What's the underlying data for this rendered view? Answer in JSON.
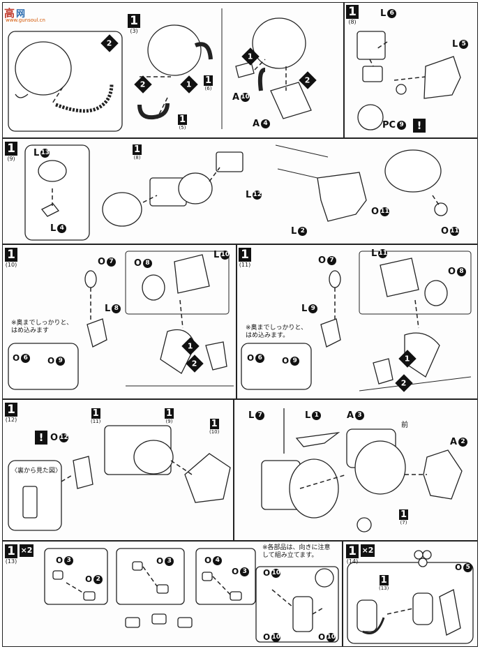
{
  "watermark": {
    "text_main": "高",
    "text_sub": "网",
    "site": "www.gunsoul.cn"
  },
  "steps": [
    {
      "id": "s3",
      "no": "1",
      "sub": "(3)"
    },
    {
      "id": "s8",
      "no": "1",
      "sub": "(8)"
    },
    {
      "id": "s9",
      "no": "1",
      "sub": "(9)"
    },
    {
      "id": "s10",
      "no": "1",
      "sub": "(10)"
    },
    {
      "id": "s11",
      "no": "1",
      "sub": "(11)"
    },
    {
      "id": "s12",
      "no": "1",
      "sub": "(12)"
    },
    {
      "id": "s13",
      "no": "1",
      "sub": "(13)"
    },
    {
      "id": "s14",
      "no": "1",
      "sub": "(14)"
    }
  ],
  "refs": {
    "r6": "(6)",
    "r5": "(5)",
    "r8": "(8)",
    "r11": "(11)",
    "r9": "(9)",
    "r10": "(10)",
    "r7": "(7)",
    "r13": "(13)"
  },
  "parts": {
    "p_A10": "A",
    "p_A10n": "10",
    "p_A4": "A",
    "p_A4n": "4",
    "p_L6": "L",
    "p_L6n": "6",
    "p_L5": "L",
    "p_L5n": "5",
    "p_PC9": "PC",
    "p_PC9n": "9",
    "p_L13": "L",
    "p_L13n": "13",
    "p_L4": "L",
    "p_L4n": "4",
    "p_L12": "L",
    "p_L12n": "12",
    "p_L2": "L",
    "p_L2n": "2",
    "p_O11a": "O",
    "p_O11an": "11",
    "p_O11b": "O",
    "p_O11bn": "11",
    "p_O7a": "O",
    "p_O7an": "7",
    "p_O8a": "O",
    "p_O8an": "8",
    "p_L10": "L",
    "p_L10n": "10",
    "p_L8": "L",
    "p_L8n": "8",
    "p_O6a": "O",
    "p_O6an": "6",
    "p_O9a": "O",
    "p_O9an": "9",
    "p_O7b": "O",
    "p_O7bn": "7",
    "p_L11": "L",
    "p_L11n": "11",
    "p_O8b": "O",
    "p_O8bn": "8",
    "p_L9": "L",
    "p_L9n": "9",
    "p_O6b": "O",
    "p_O6bn": "6",
    "p_O9b": "O",
    "p_O9bn": "9",
    "p_O12": "O",
    "p_O12n": "12",
    "p_L7": "L",
    "p_L7n": "7",
    "p_L1": "L",
    "p_L1n": "1",
    "p_A3": "A",
    "p_A3n": "3",
    "p_A2": "A",
    "p_A2n": "2",
    "p_O3a": "O",
    "p_O3an": "3",
    "p_O2": "O",
    "p_O2n": "2",
    "p_O3b": "O",
    "p_O3bn": "3",
    "p_O4": "O",
    "p_O4n": "4",
    "p_O3c": "O",
    "p_O3cn": "3",
    "p_O10a": "O",
    "p_O10an": "10",
    "p_O10b": "O",
    "p_O10bn": "10",
    "p_O10c": "O",
    "p_O10cn": "10",
    "p_O5": "O",
    "p_O5n": "5"
  },
  "notes": {
    "push_note_10": "※奥までしっかりと、\nはめ込みます",
    "push_note_11": "※奥までしっかりと、\nはめ込みます。",
    "back_view": "〈裏から見た図〉",
    "front": "前",
    "orient_note": "※各部品は、向きに注意\nして組み立てます。"
  },
  "order_marks": {
    "one": "1",
    "two": "2"
  },
  "multiplier": {
    "x2a": "×2",
    "x2b": "×2"
  },
  "warning": "!"
}
